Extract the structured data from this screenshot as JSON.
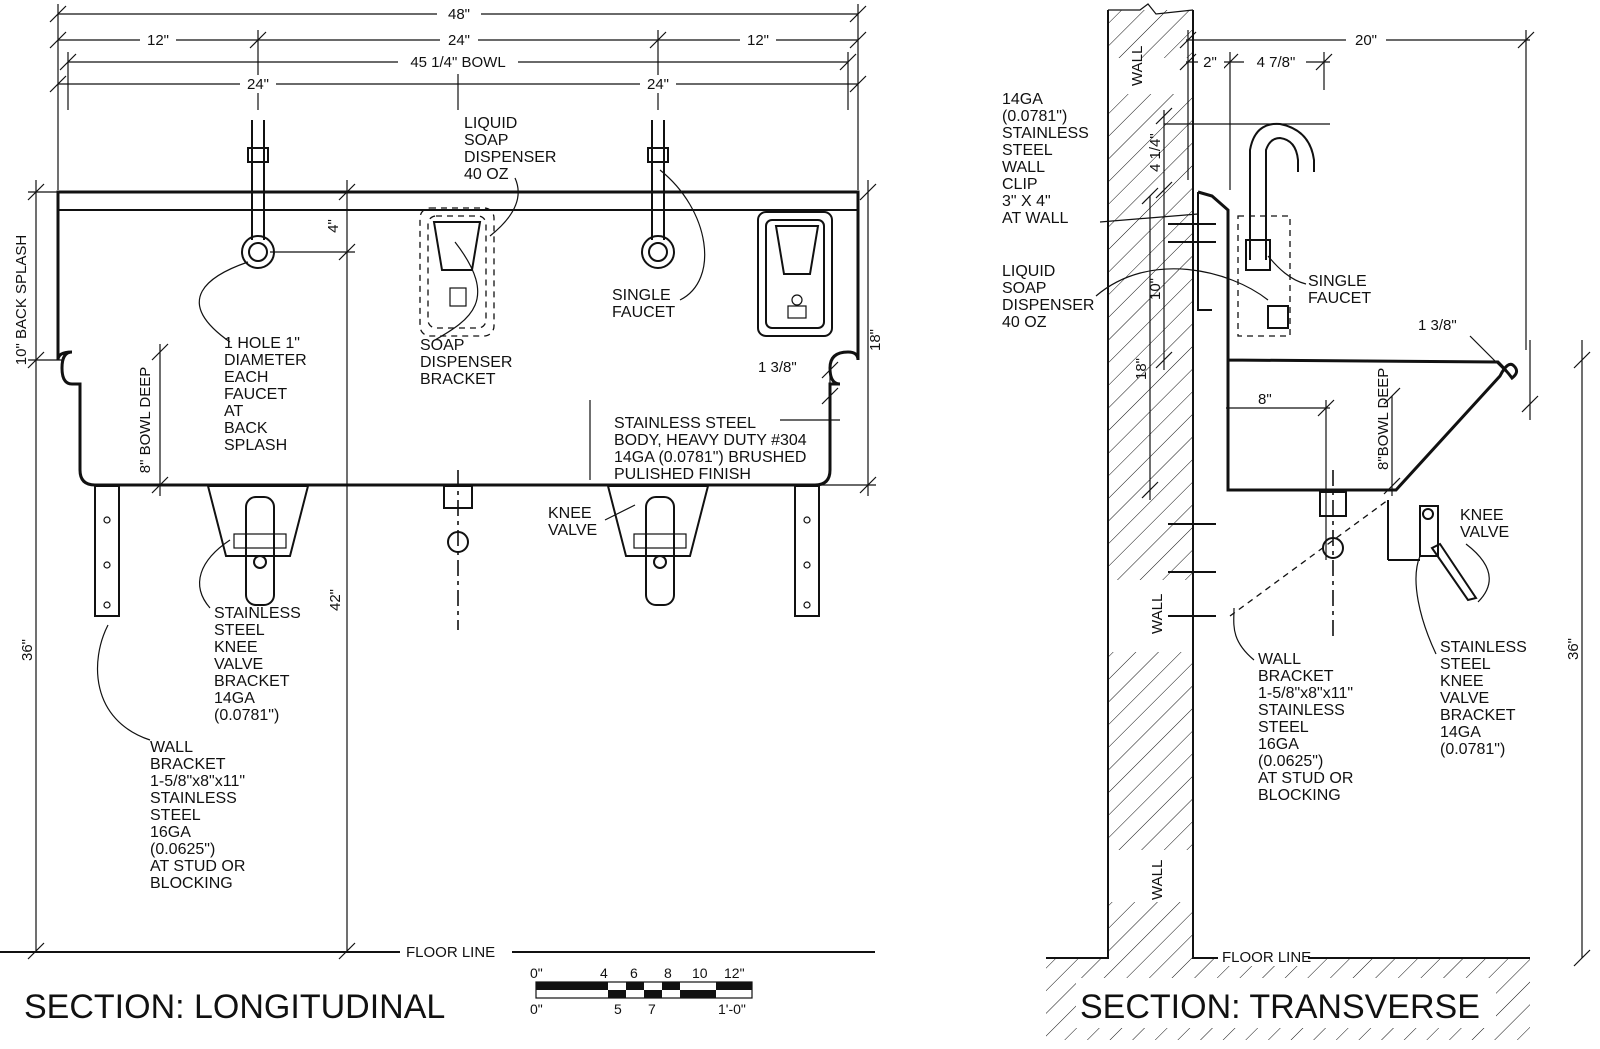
{
  "longitudinal": {
    "title": "SECTION: LONGITUDINAL",
    "dims": {
      "overall": "48\"",
      "left": "12\"",
      "center": "24\"",
      "right": "12\"",
      "bowl": "45 1/4\" BOWL",
      "faucet_left": "24\"",
      "faucet_right": "24\"",
      "four": "4\"",
      "backsplash": "10\" BACK SPLASH",
      "bowl_deep": "8\" BOWL DEEP",
      "rim": "1 3/8\"",
      "eighteen": "18\"",
      "fortytwo": "42\"",
      "thirtysix": "36\""
    },
    "labels": {
      "liquid_soap": [
        "LIQUID",
        "SOAP",
        "DISPENSER",
        "40 OZ"
      ],
      "hole": [
        "1 HOLE 1\"",
        "DIAMETER",
        "EACH",
        "FAUCET",
        "AT",
        "BACK",
        "SPLASH"
      ],
      "soap_bracket": [
        "SOAP",
        "DISPENSER",
        "BRACKET"
      ],
      "single_faucet": [
        "SINGLE",
        "FAUCET"
      ],
      "body": [
        "STAINLESS STEEL",
        "BODY, HEAVY DUTY #304",
        "14GA (0.0781\") BRUSHED",
        "PULISHED FINISH"
      ],
      "knee_valve": [
        "KNEE",
        "VALVE"
      ],
      "knee_bracket": [
        "STAINLESS",
        "STEEL",
        "KNEE",
        "VALVE",
        "BRACKET",
        "14GA",
        "(0.0781\")"
      ],
      "wall_bracket": [
        "WALL",
        "BRACKET",
        "1-5/8\"x8\"x11\"",
        "STAINLESS",
        "STEEL",
        "16GA",
        "(0.0625\")",
        "AT STUD OR",
        "BLOCKING"
      ],
      "floor": "FLOOR LINE"
    }
  },
  "scale": {
    "top": [
      "0\"",
      "4",
      "6",
      "8",
      "10",
      "12\""
    ],
    "bottom": [
      "0\"",
      "5",
      "7",
      "1'-0\""
    ]
  },
  "transverse": {
    "title": "SECTION: TRANSVERSE",
    "dims": {
      "twenty": "20\"",
      "two": "2\"",
      "four78": "4 7/8\"",
      "four14": "4 1/4\"",
      "ten": "10\"",
      "eighteen": "18\"",
      "eight": "8\"",
      "bowl_deep": "8\"BOWL DEEP",
      "rim": "1 3/8\"",
      "thirtysix": "36\""
    },
    "labels": {
      "wall": "WALL",
      "clip": [
        "14GA",
        "(0.0781\")",
        "STAINLESS",
        "STEEL",
        "WALL",
        "CLIP",
        "3\" X 4\"",
        "AT WALL"
      ],
      "liquid_soap": [
        "LIQUID",
        "SOAP",
        "DISPENSER",
        "40 OZ"
      ],
      "single_faucet": [
        "SINGLE",
        "FAUCET"
      ],
      "knee_valve": [
        "KNEE",
        "VALVE"
      ],
      "wall_bracket": [
        "WALL",
        "BRACKET",
        "1-5/8\"x8\"x11\"",
        "STAINLESS",
        "STEEL",
        "16GA",
        "(0.0625\")",
        "AT STUD OR",
        "BLOCKING"
      ],
      "knee_bracket": [
        "STAINLESS",
        "STEEL",
        "KNEE",
        "VALVE",
        "BRACKET",
        "14GA",
        "(0.0781\")"
      ],
      "floor": "FLOOR LINE"
    }
  }
}
